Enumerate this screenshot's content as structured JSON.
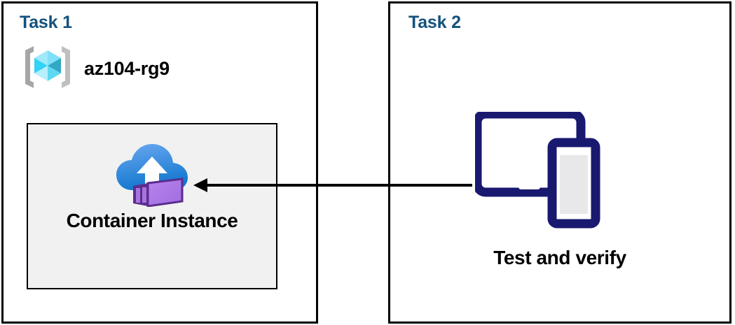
{
  "diagram": {
    "title": "Azure Container Instance task diagram",
    "background": "#ffffff",
    "colors": {
      "panel_border": "#000000",
      "task_heading": "#13527e",
      "card_fill": "#f1f1f1",
      "device_navy": "#191970",
      "cloud_blue_light": "#5ea0ec",
      "cloud_blue_dark": "#1a7fd4",
      "container_purple_light": "#b07ce8",
      "container_purple_dark": "#5b2d8e",
      "cube_cyan_light": "#9fe9fb",
      "cube_cyan_mid": "#32d3f5",
      "cube_cyan_dark": "#31a8c4",
      "bracket_gray": "#a6a6a6",
      "arrow": "#000000"
    }
  },
  "panels": [
    {
      "id": "task-1",
      "heading": "Task 1",
      "resource_group": {
        "icon": "resource-group-icon",
        "label": "az104-rg9"
      },
      "card": {
        "icon": "container-instance-icon",
        "label": "Container Instance"
      }
    },
    {
      "id": "task-2",
      "heading": "Task 2",
      "device": {
        "icon": "tablet-and-phone-icon",
        "label": "Test and verify"
      }
    }
  ],
  "connector": {
    "name": "arrow-task2-to-container-instance",
    "direction": "right-to-left",
    "from": "Test and verify",
    "to": "Container Instance"
  }
}
